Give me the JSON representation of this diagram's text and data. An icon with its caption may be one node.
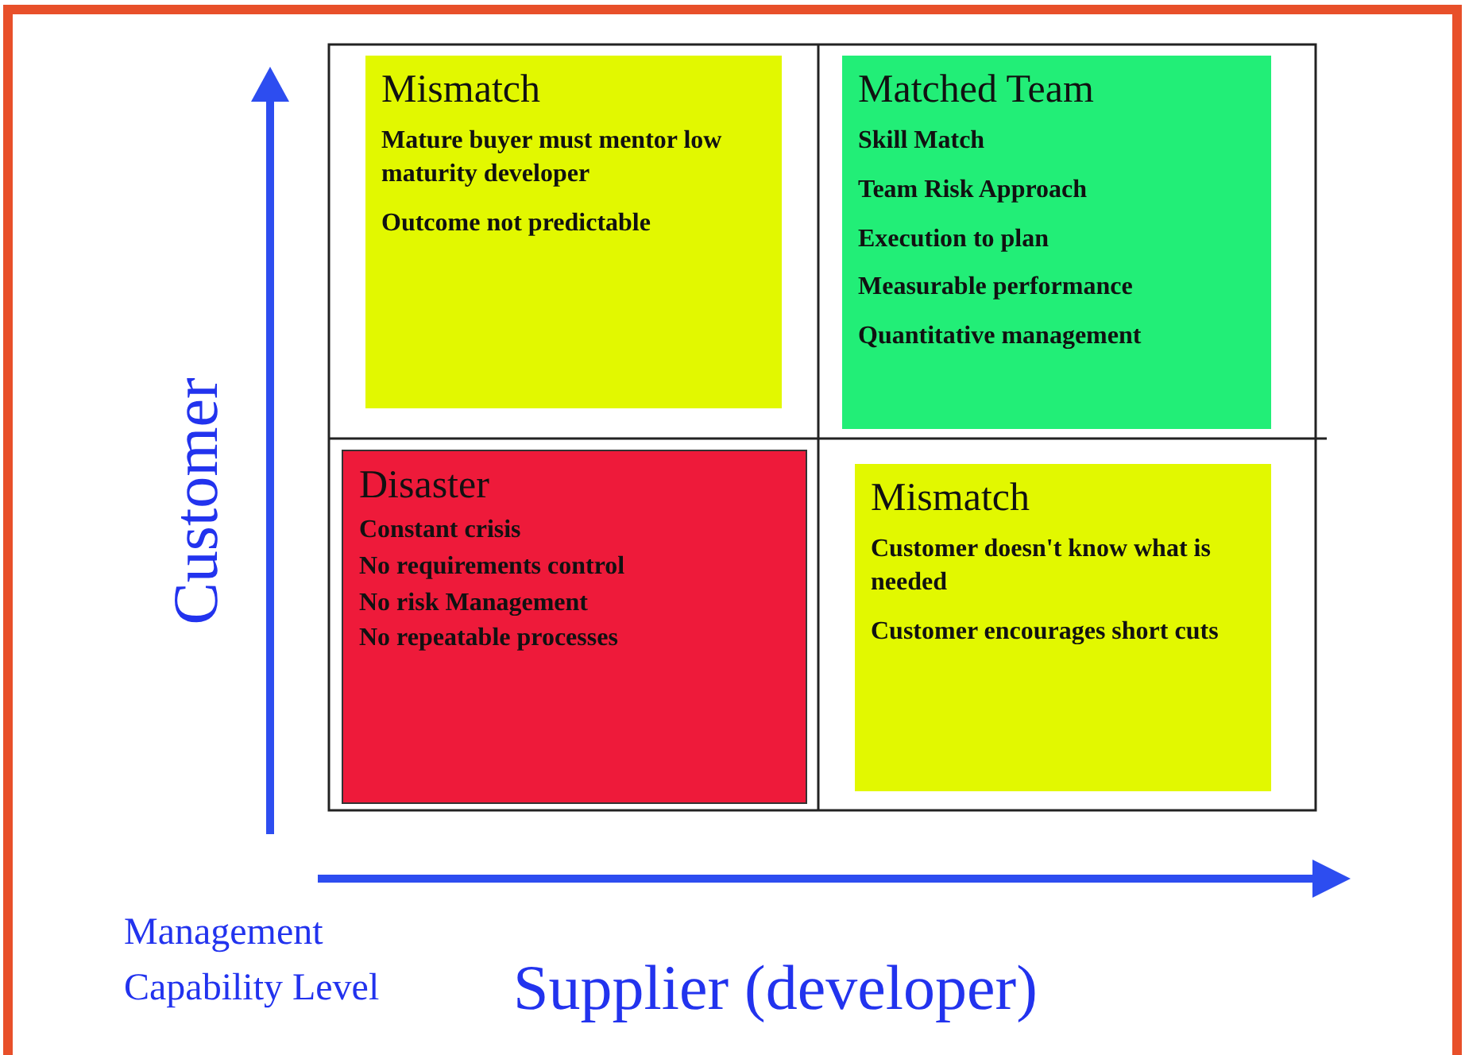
{
  "diagram": {
    "nodes": [
      {
        "text": [
          "Mismatch",
          "Mature buyer must mentor low maturity developer",
          "Outcome not predictable"
        ]
      },
      {
        "text": [
          "Matched Team",
          "Skill Match",
          "Team Risk Approach",
          "Execution to plan",
          "Measurable performance",
          "Quantitative management"
        ]
      },
      {
        "text": [
          "Disaster",
          "Constant crisis",
          "No requirements control",
          "No risk Management",
          "No repeatable processes"
        ]
      },
      {
        "text": [
          "Mismatch",
          "Customer doesn't know what is needed",
          "Customer encourages short cuts"
        ]
      }
    ],
    "edges": [],
    "labels": [
      "Customer",
      "Management Capability Level",
      "Supplier (developer)"
    ]
  }
}
